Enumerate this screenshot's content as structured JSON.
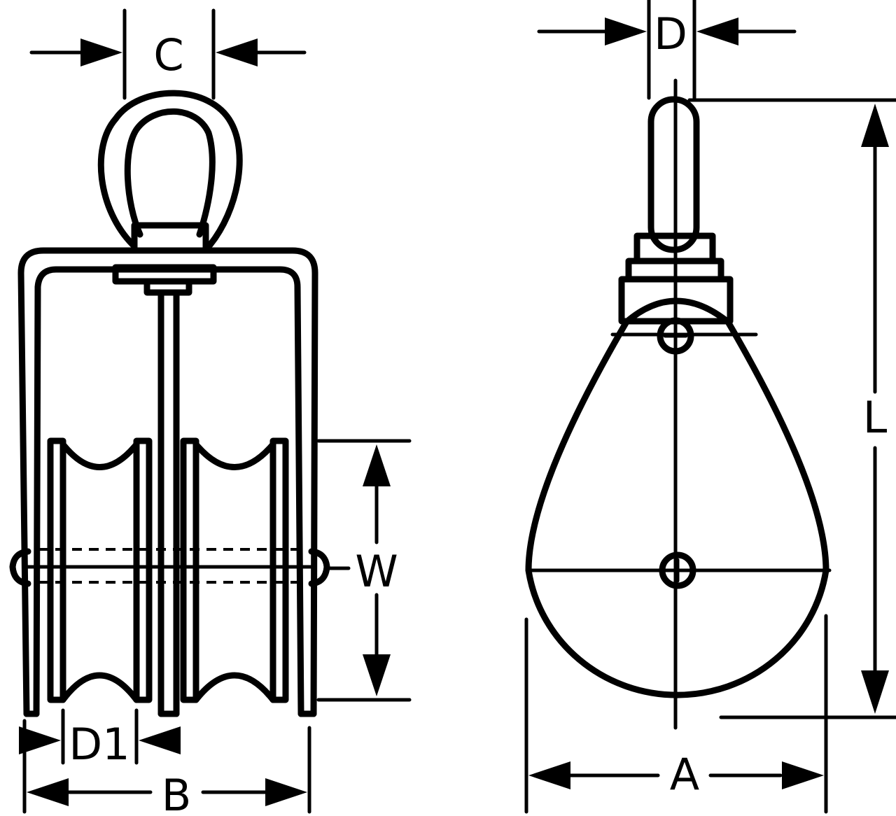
{
  "diagram": {
    "colors": {
      "ink": "#000000",
      "background": "#ffffff"
    },
    "labels": {
      "c": "C",
      "d": "D",
      "l": "L",
      "w": "W",
      "d1": "D1",
      "b": "B",
      "a": "A"
    }
  }
}
